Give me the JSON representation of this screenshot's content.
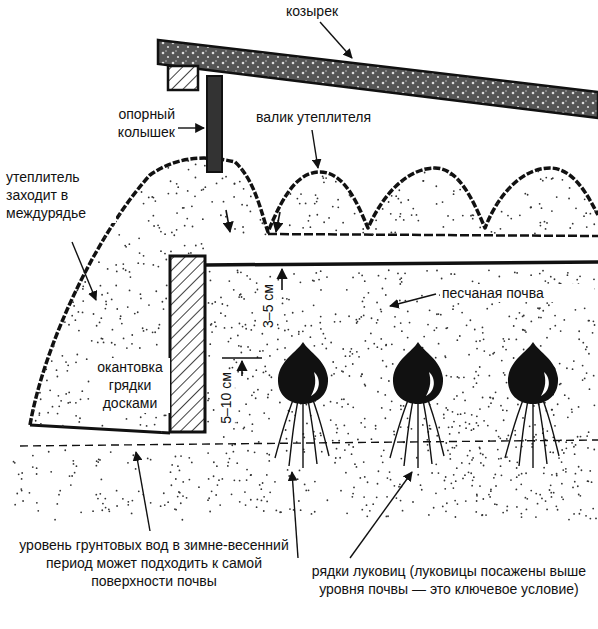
{
  "diagram": {
    "labels": [
      "козырек",
      "опорный колышек",
      "валик утеплителя",
      "утеплитель заходит в междурядье",
      "песчаная почва",
      "3–5 см",
      "окантовка грядки досками",
      "5–10 см",
      "уровень грунтовых вод в зимне-весенний период может подходить к самой поверхности почвы",
      "рядки луковиц (луковицы посажены выше уровня почвы — это ключевое условие)"
    ]
  }
}
